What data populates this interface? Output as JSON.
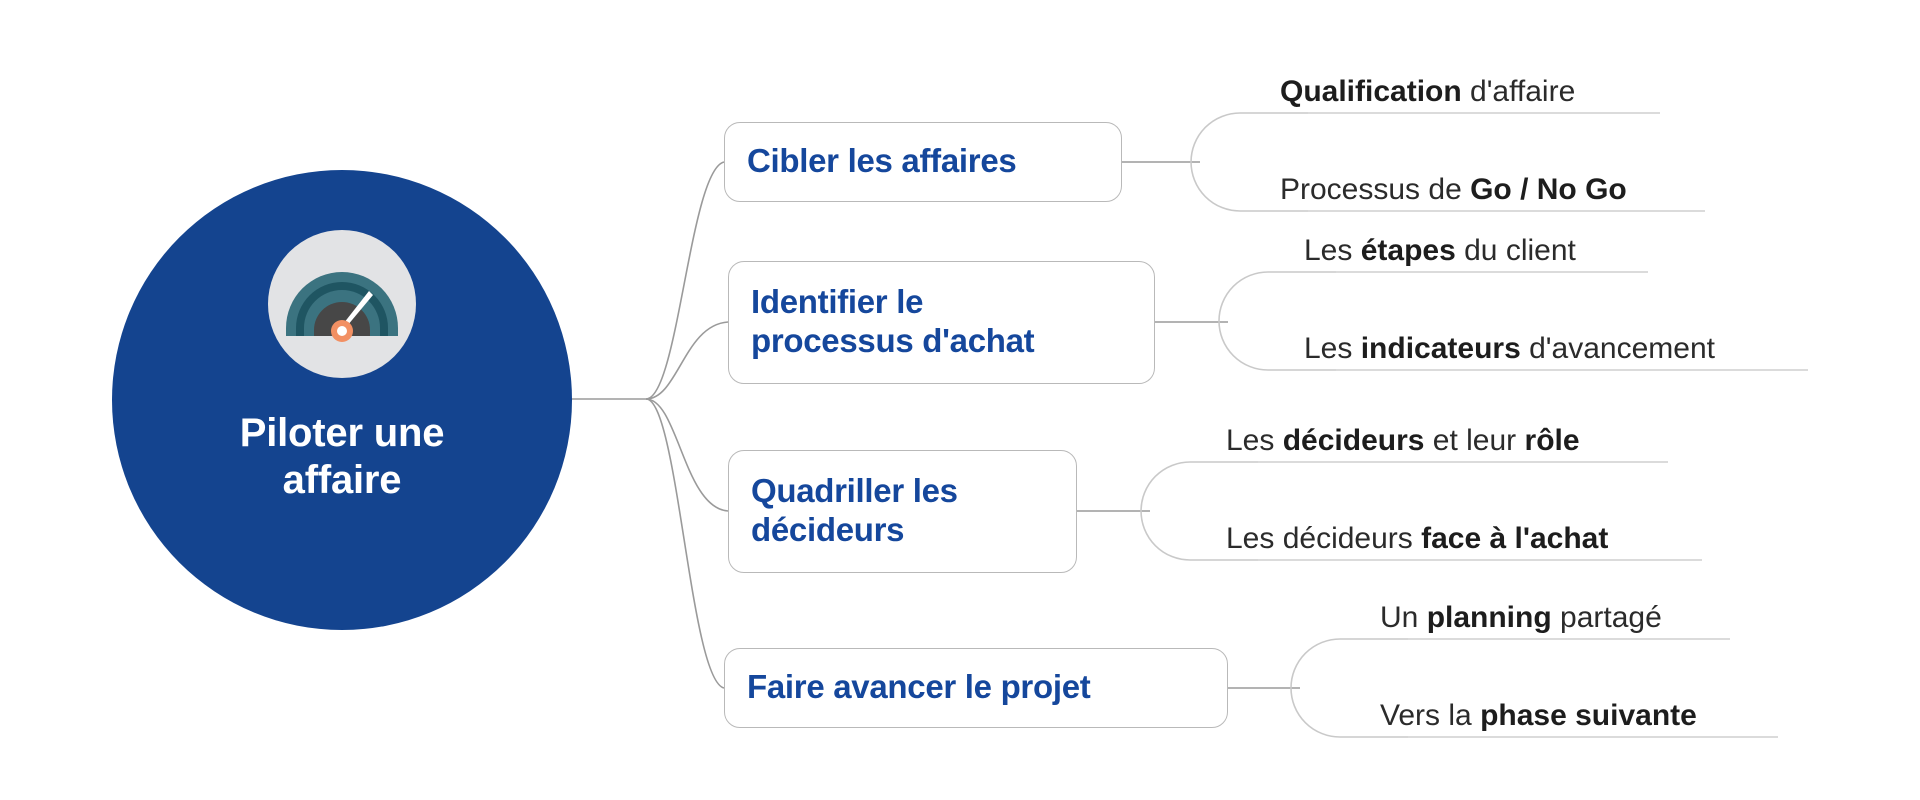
{
  "colors": {
    "brand_blue": "#14448F",
    "branch_text_blue": "#15479C",
    "leaf_text": "#2b2b2b",
    "connector": "#9a9a9a",
    "leaf_connector": "#c9c9c9",
    "gauge_disc": "#E2E3E5",
    "gauge_arc_outer": "#3B7380",
    "gauge_arc_inner": "#1F5562",
    "gauge_core": "#474747",
    "gauge_needle": "#FFFFFF",
    "gauge_pivot": "#F29063"
  },
  "root": {
    "label": "Piloter une\naffaire",
    "icon": "gauge-icon"
  },
  "branches": [
    {
      "id": "cibler-les-affaires",
      "label": "Cibler les affaires",
      "leaves": [
        {
          "id": "qualification-d-affaire",
          "prefix": "",
          "bold": "Qualification",
          "suffix": " d'affaire",
          "full": "Qualification d'affaire"
        },
        {
          "id": "processus-de-go-no-go",
          "prefix": "Processus de ",
          "bold": "Go / No Go",
          "suffix": "",
          "full": "Processus de Go / No Go"
        }
      ]
    },
    {
      "id": "identifier-le-processus-d-achat",
      "label": "Identifier le\nprocessus d'achat",
      "leaves": [
        {
          "id": "les-etapes-du-client",
          "prefix": "Les ",
          "bold": "étapes",
          "suffix": " du client",
          "full": "Les étapes du client"
        },
        {
          "id": "les-indicateurs-d-avancement",
          "prefix": "Les ",
          "bold": "indicateurs",
          "suffix": " d'avancement",
          "full": "Les indicateurs d'avancement"
        }
      ]
    },
    {
      "id": "quadriller-les-decideurs",
      "label": "Quadriller les\ndécideurs",
      "leaves": [
        {
          "id": "les-decideurs-et-leur-role",
          "prefix": "Les ",
          "bold": "décideurs",
          "suffix": " et leur ",
          "bold2": "rôle",
          "full": "Les décideurs et leur rôle"
        },
        {
          "id": "les-decideurs-face-a-l-achat",
          "prefix": "Les décideurs ",
          "bold": "face à l'achat",
          "suffix": "",
          "full": "Les décideurs face à l'achat"
        }
      ]
    },
    {
      "id": "faire-avancer-le-projet",
      "label": "Faire avancer le projet",
      "leaves": [
        {
          "id": "un-planning-partage",
          "prefix": "Un ",
          "bold": "planning",
          "suffix": " partagé",
          "full": "Un planning partagé"
        },
        {
          "id": "vers-la-phase-suivante",
          "prefix": "Vers la ",
          "bold": "phase suivante",
          "suffix": "",
          "full": "Vers la phase suivante"
        }
      ]
    }
  ]
}
